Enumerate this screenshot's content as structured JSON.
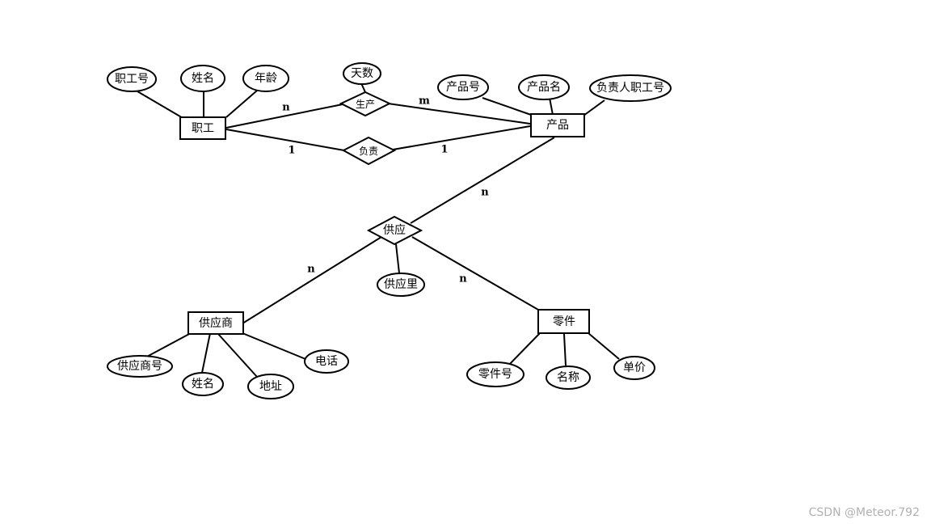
{
  "entities": {
    "employee": "职工",
    "product": "产品",
    "supplier": "供应商",
    "part": "零件"
  },
  "relationships": {
    "produce": "生产",
    "responsible": "负责",
    "supply": "供应"
  },
  "attributes": {
    "employee_id": "职工号",
    "employee_name": "姓名",
    "employee_age": "年龄",
    "produce_days": "天数",
    "product_id": "产品号",
    "product_name": "产品名",
    "product_owner_id": "负责人职工号",
    "supply_quantity": "供应里",
    "supplier_id": "供应商号",
    "supplier_name": "姓名",
    "supplier_address": "地址",
    "supplier_phone": "电话",
    "part_id": "零件号",
    "part_name": "名称",
    "part_price": "单价"
  },
  "cardinalities": {
    "employee_produce": "n",
    "produce_product": "m",
    "employee_responsible": "1",
    "responsible_product": "1",
    "product_supply": "n",
    "supplier_supply": "n",
    "part_supply": "n"
  },
  "watermark": "CSDN @Meteor.792"
}
